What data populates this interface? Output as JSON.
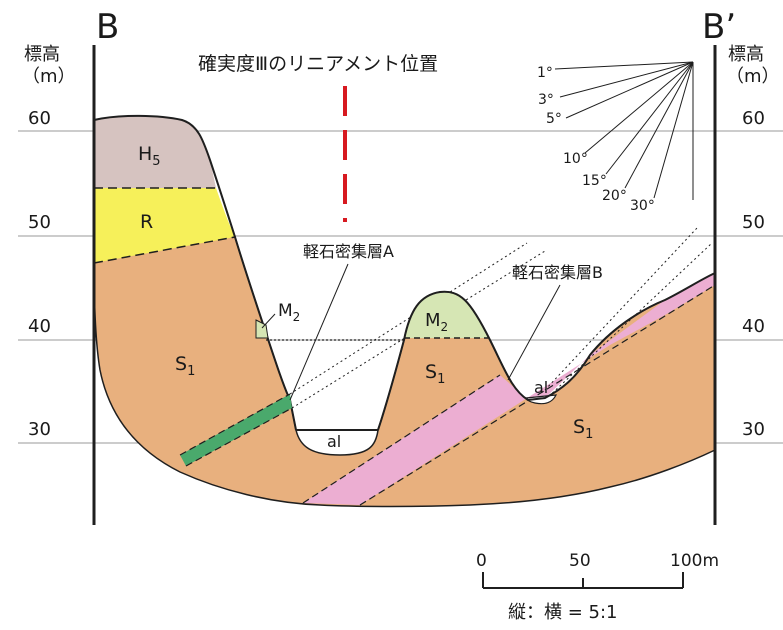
{
  "section": {
    "left_label": "B",
    "right_label": "B’",
    "left_axis_title_1": "標高",
    "left_axis_title_2": "（m）",
    "right_axis_title_1": "標高",
    "right_axis_title_2": "（m）",
    "elevation_ticks": [
      "60",
      "50",
      "40",
      "30"
    ]
  },
  "lineament": {
    "label": "確実度Ⅲのリニアメント位置",
    "color": "#d71920"
  },
  "units": {
    "H5": {
      "base": "H",
      "sub": "5"
    },
    "R": {
      "text": "R"
    },
    "M2_left": {
      "base": "M",
      "sub": "2"
    },
    "M2_hill": {
      "base": "M",
      "sub": "2"
    },
    "S1_left": {
      "base": "S",
      "sub": "1"
    },
    "S1_middle": {
      "base": "S",
      "sub": "1"
    },
    "S1_right": {
      "base": "S",
      "sub": "1"
    },
    "al_valley": "al",
    "al_right": "al"
  },
  "callouts": {
    "layer_a": "軽石密集層A",
    "layer_b": "軽石密集層B"
  },
  "dip_scale": {
    "labels": [
      "1°",
      "3°",
      "5°",
      "10°",
      "15°",
      "20°",
      "30°"
    ]
  },
  "scale_bar": {
    "labels": [
      "0",
      "50",
      "100m"
    ],
    "ratio": "縦：横 = 5:1"
  },
  "colors": {
    "H5": "#d6c3c0",
    "R": "#f6f05a",
    "S1": "#e8b07e",
    "M2": "#d6e6b4",
    "pumice_A": "#4aa96c",
    "pumice_B": "#ecaed2",
    "al": "#ffffff"
  }
}
